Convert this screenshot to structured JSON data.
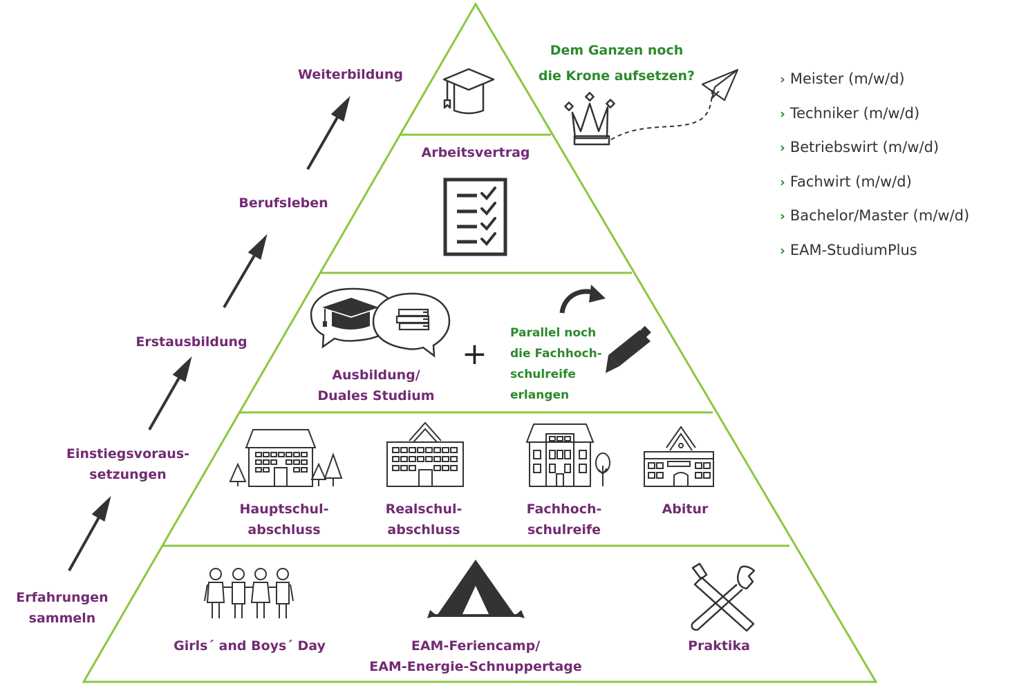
{
  "colors": {
    "frame": "#8dc63f",
    "purple": "#722b73",
    "green": "#2b8a2b",
    "icon": "#333333"
  },
  "steps": [
    {
      "id": "erfahrungen",
      "lines": [
        "Erfahrungen",
        "sammeln"
      ]
    },
    {
      "id": "einstieg",
      "lines": [
        "Einstiegsvoraus-",
        "setzungen"
      ]
    },
    {
      "id": "erstausbildung",
      "lines": [
        "Erstausbildung"
      ]
    },
    {
      "id": "berufsleben",
      "lines": [
        "Berufsleben"
      ]
    },
    {
      "id": "weiterbildung",
      "lines": [
        "Weiterbildung"
      ]
    }
  ],
  "pyramid": {
    "top": {
      "icon": "graduation-cap-icon",
      "callout": [
        "Dem Ganzen noch",
        "die Krone aufsetzen?"
      ],
      "callout_icons": [
        "crown-icon",
        "paper-plane-icon"
      ]
    },
    "level4": {
      "title": "Arbeitsvertrag",
      "icon": "checklist-icon"
    },
    "level3": {
      "title": [
        "Ausbildung/",
        "Duales Studium"
      ],
      "icons": [
        "speech-bubble-cap-icon",
        "speech-bubble-books-icon"
      ],
      "plus": "+",
      "side": [
        "Parallel noch",
        "die Fachhoch-",
        "schulreife",
        "erlangen"
      ],
      "side_icons": [
        "curved-arrow-icon",
        "pencil-icon"
      ]
    },
    "level2": {
      "items": [
        {
          "lines": [
            "Hauptschul-",
            "abschluss"
          ],
          "icon": "school-with-trees-icon"
        },
        {
          "lines": [
            "Realschul-",
            "abschluss"
          ],
          "icon": "school-building-icon"
        },
        {
          "lines": [
            "Fachhoch-",
            "schulreife"
          ],
          "icon": "college-building-icon"
        },
        {
          "lines": [
            "Abitur"
          ],
          "icon": "gymnasium-building-icon"
        }
      ]
    },
    "level1": {
      "items": [
        {
          "lines": [
            "Girls´ and Boys´ Day"
          ],
          "icon": "children-group-icon"
        },
        {
          "lines": [
            "EAM-Feriencamp/",
            "EAM-Energie-Schnuppertage"
          ],
          "icon": "tent-icon"
        },
        {
          "lines": [
            "Praktika"
          ],
          "icon": "tools-icon"
        }
      ]
    }
  },
  "careers": {
    "bullet": "›",
    "items": [
      "Meister (m/w/d)",
      "Techniker (m/w/d)",
      "Betriebswirt (m/w/d)",
      "Fachwirt (m/w/d)",
      "Bachelor/Master (m/w/d)",
      "EAM-StudiumPlus"
    ]
  }
}
